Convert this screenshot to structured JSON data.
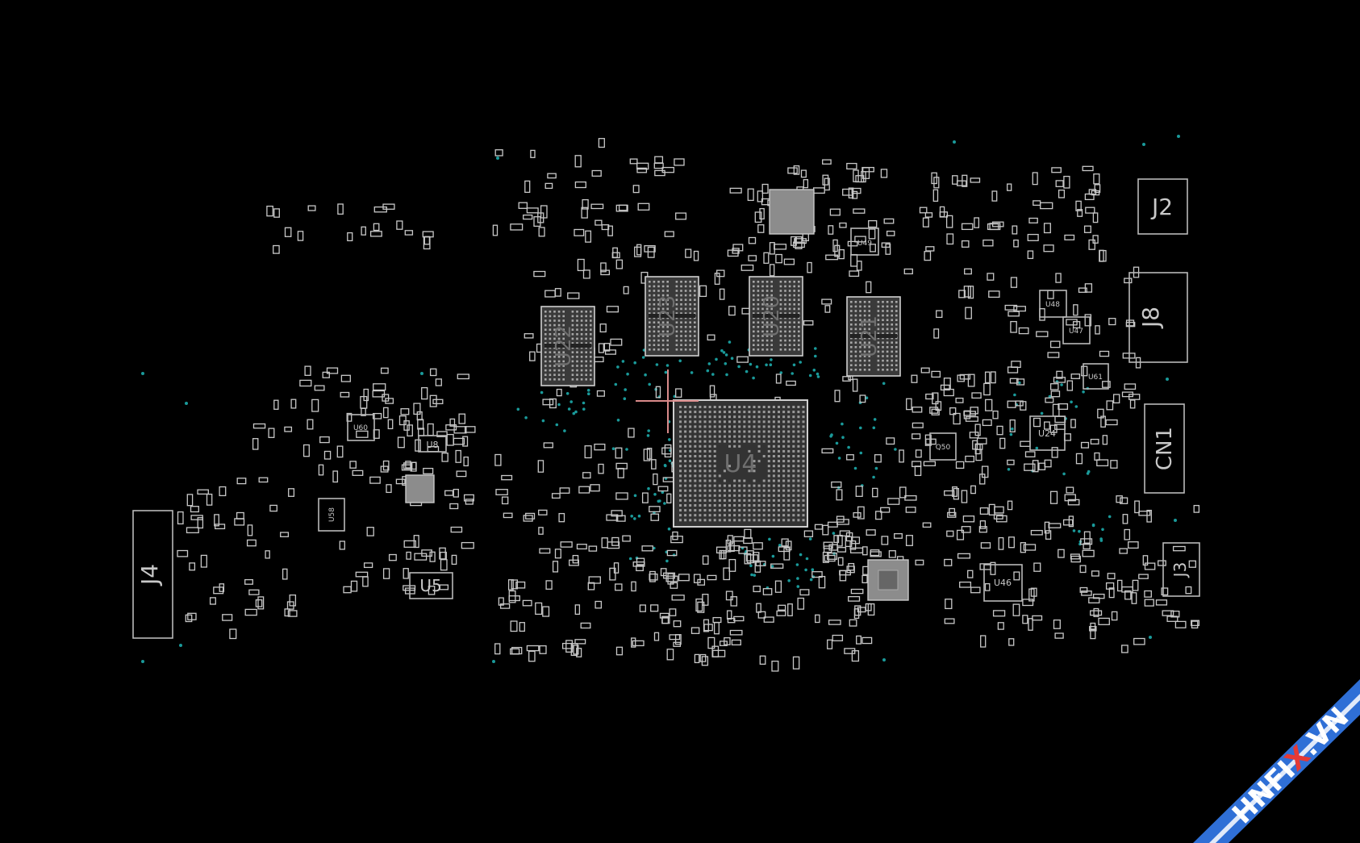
{
  "watermark": {
    "text_main": "HNFI",
    "text_x": "X",
    "text_tail": ".VN",
    "band_color": "#2f6fd6",
    "x_color": "#e53935"
  },
  "colors": {
    "background": "#000000",
    "outline": "#bdbdbd",
    "via": "#1a9a9a",
    "cursor": "#d98a8a"
  },
  "components": {
    "J2": "J2",
    "J8": "J8",
    "CN1": "CN1",
    "J3": "J3",
    "J4": "J4",
    "U4": "U4",
    "U5": "U5",
    "U8": "U8",
    "U20": "U20",
    "U21": "U21",
    "U22": "U22",
    "U23": "U23",
    "U24": "U24",
    "U46": "U46",
    "U48": "U48",
    "U47": "U47",
    "U49": "U49",
    "U58": "U58",
    "U60": "U60",
    "U61": "U61",
    "Q50": "Q50"
  }
}
